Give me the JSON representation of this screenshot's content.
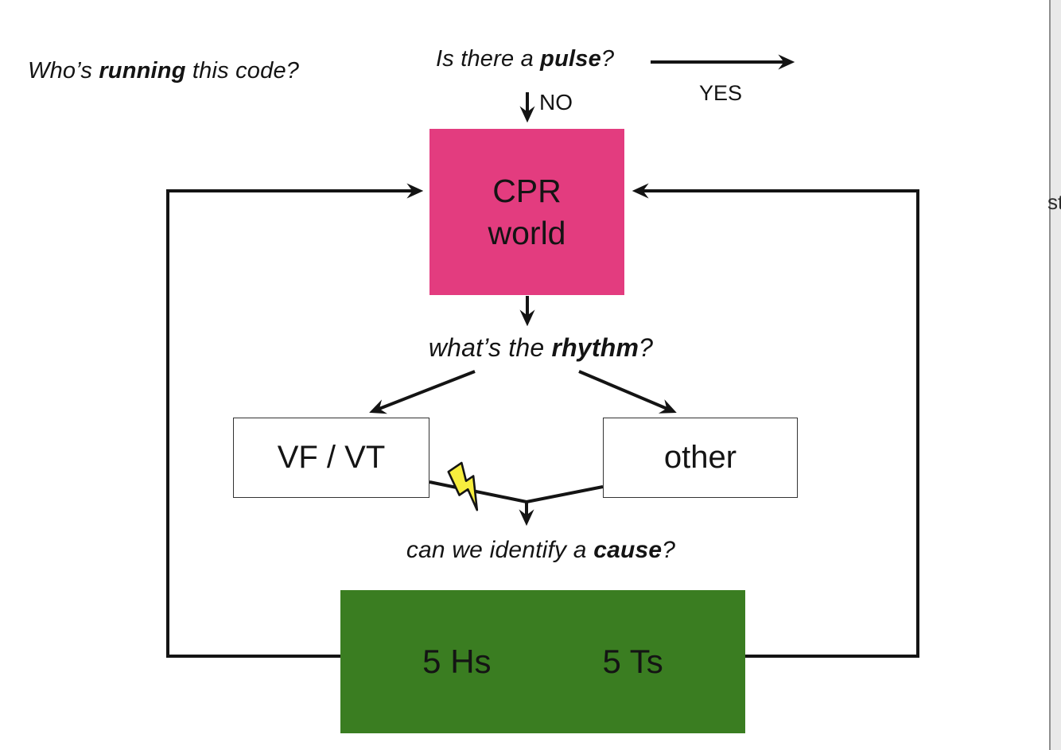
{
  "page": {
    "background": "#ffffff",
    "edge_strip": {
      "partial_text": "st"
    }
  },
  "texts": {
    "who": {
      "pre": "Who’s ",
      "bold": "running",
      "post": " this code?"
    },
    "pulse": {
      "pre": "Is there a ",
      "bold": "pulse",
      "post": "?"
    },
    "rhythm": {
      "pre": "what’s the ",
      "bold": "rhythm",
      "post": "?"
    },
    "cause": {
      "pre": "can we identify a ",
      "bold": "cause",
      "post": "?"
    }
  },
  "branch_labels": {
    "yes": "YES",
    "no": "NO"
  },
  "nodes": {
    "cpr": {
      "label": "CPR\nworld",
      "fill": "#E33C7F"
    },
    "vf_vt": {
      "label": "VF / VT",
      "fill": "#FFFFFF"
    },
    "other": {
      "label": "other",
      "fill": "#FFFFFF"
    },
    "causes": {
      "label_hs": "5 Hs",
      "label_ts": "5 Ts",
      "fill": "#3A7D21"
    }
  },
  "icons": {
    "lightning": {
      "name": "lightning-bolt",
      "fill": "#F7EE3E",
      "outline": "#141414"
    }
  },
  "wire_color": "#141414"
}
